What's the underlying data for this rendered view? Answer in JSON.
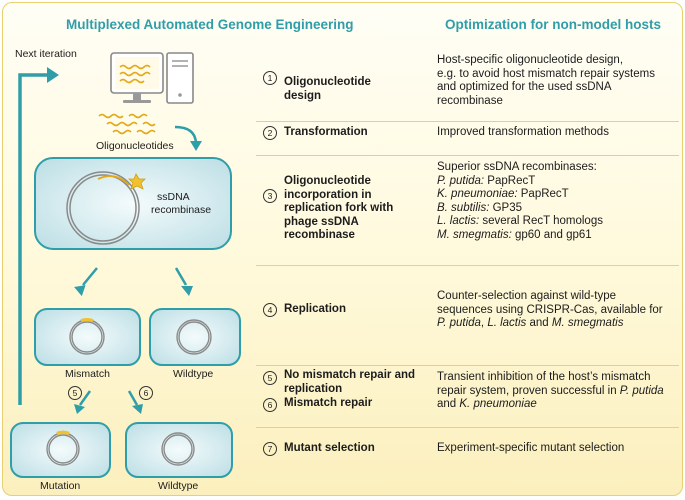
{
  "titles": {
    "left": "Multiplexed Automated Genome Engineering",
    "right": "Optimization for non-model hosts"
  },
  "labels": {
    "next_iteration": "Next iteration",
    "oligonucleotides": "Oligonucleotides",
    "ssdna_recombinase_line1": "ssDNA",
    "ssdna_recombinase_line2": "recombinase",
    "mismatch": "Mismatch",
    "wildtype_top": "Wildtype",
    "mutation": "Mutation",
    "wildtype_bottom": "Wildtype",
    "arrow_num_5": "5",
    "arrow_num_6": "6"
  },
  "steps": [
    {
      "num": "1",
      "label_lines": [
        "Oligonucleotide",
        "design"
      ],
      "desc_lines": [
        [
          {
            "t": "Host-specific oligonucleotide design,"
          }
        ],
        [
          {
            "t": "e.g. to avoid host mismatch repair systems"
          }
        ],
        [
          {
            "t": "and optimized for the used ssDNA"
          }
        ],
        [
          {
            "t": "recombinase"
          }
        ]
      ]
    },
    {
      "num": "2",
      "label_lines": [
        "Transformation"
      ],
      "desc_lines": [
        [
          {
            "t": "Improved transformation methods"
          }
        ]
      ]
    },
    {
      "num": "3",
      "label_lines": [
        "Oligonucleotide",
        "incorporation in",
        "replication fork with",
        "phage ssDNA",
        "recombinase"
      ],
      "desc_lines": [
        [
          {
            "t": "Superior ssDNA recombinases:"
          }
        ],
        [
          {
            "t": "P. putida:",
            "i": true
          },
          {
            "t": " PapRecT"
          }
        ],
        [
          {
            "t": "K. pneumoniae:",
            "i": true
          },
          {
            "t": " PapRecT"
          }
        ],
        [
          {
            "t": "B. subtilis:",
            "i": true
          },
          {
            "t": " GP35"
          }
        ],
        [
          {
            "t": "L. lactis:",
            "i": true
          },
          {
            "t": " several RecT homologs"
          }
        ],
        [
          {
            "t": "M. smegmatis:",
            "i": true
          },
          {
            "t": " gp60 and gp61"
          }
        ]
      ]
    },
    {
      "num": "4",
      "label_lines": [
        "Replication"
      ],
      "desc_lines": [
        [
          {
            "t": "Counter-selection against wild-type"
          }
        ],
        [
          {
            "t": "sequences using CRISPR-Cas, available for"
          }
        ],
        [
          {
            "t": "P. putida",
            "i": true
          },
          {
            "t": ", "
          },
          {
            "t": "L. lactis",
            "i": true
          },
          {
            "t": " and "
          },
          {
            "t": "M. smegmatis",
            "i": true
          }
        ]
      ]
    },
    {
      "num": "5",
      "label_lines": [
        "No mismatch repair and",
        "replication"
      ],
      "desc_lines": [
        [
          {
            "t": "Transient inhibition of the host’s mismatch"
          }
        ],
        [
          {
            "t": "repair system, proven successful in "
          },
          {
            "t": "P. putida",
            "i": true
          }
        ],
        [
          {
            "t": "and "
          },
          {
            "t": "K. pneumoniae",
            "i": true
          }
        ]
      ]
    },
    {
      "num": "6",
      "label_lines": [
        "Mismatch repair"
      ],
      "desc_lines": []
    },
    {
      "num": "7",
      "label_lines": [
        "Mutant selection"
      ],
      "desc_lines": [
        [
          {
            "t": "Experiment-specific mutant selection"
          }
        ]
      ]
    }
  ],
  "colors": {
    "teal": "#2f9ea8",
    "teal_light": "#cfe8ec",
    "gold": "#f2c12e",
    "border": "#e8cf70"
  }
}
